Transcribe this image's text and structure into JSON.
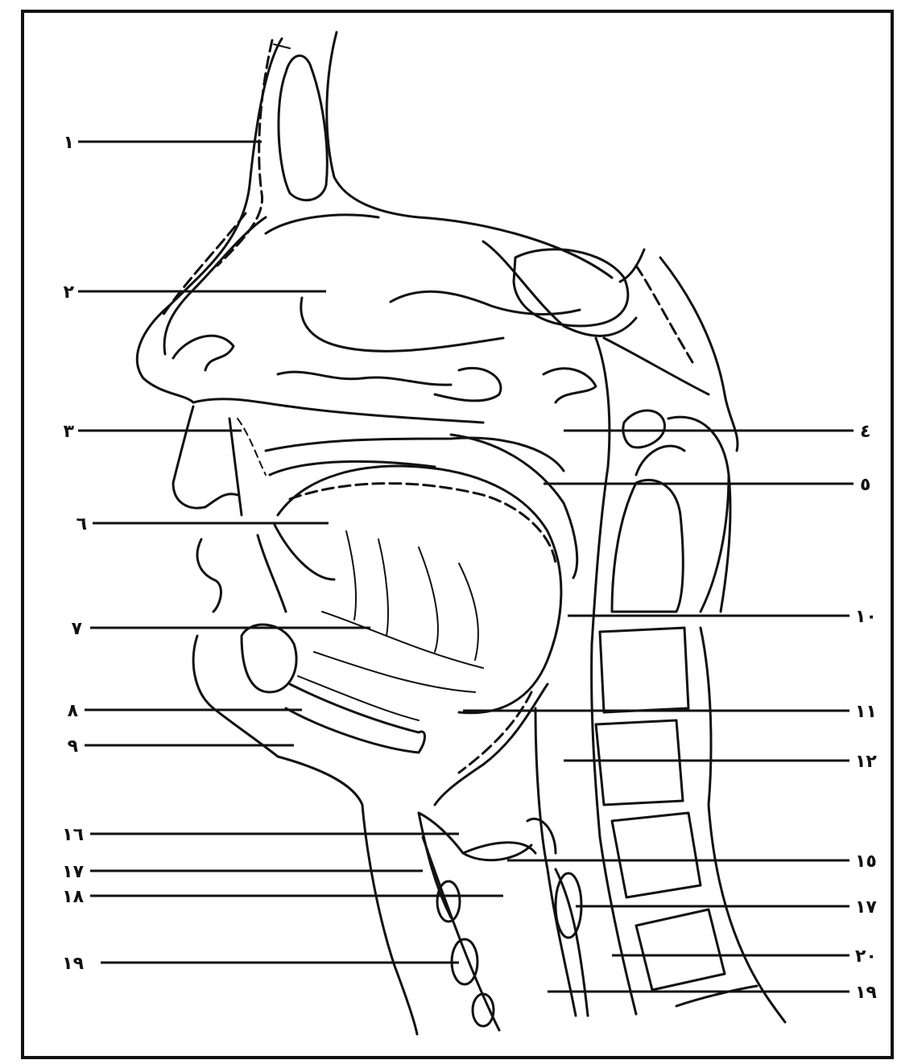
{
  "diagram": {
    "labels_left": [
      "١",
      "٢",
      "٣",
      "٦",
      "٧",
      "٨",
      "٩",
      "١٦",
      "١٧",
      "١٨",
      "١٩"
    ],
    "labels_right": [
      "٤",
      "٥",
      "١٠",
      "١١",
      "١٢",
      "١٥",
      "١٧",
      "٢٠",
      "١٩"
    ]
  },
  "colors": {
    "ink": "#111111",
    "paper": "#ffffff"
  }
}
